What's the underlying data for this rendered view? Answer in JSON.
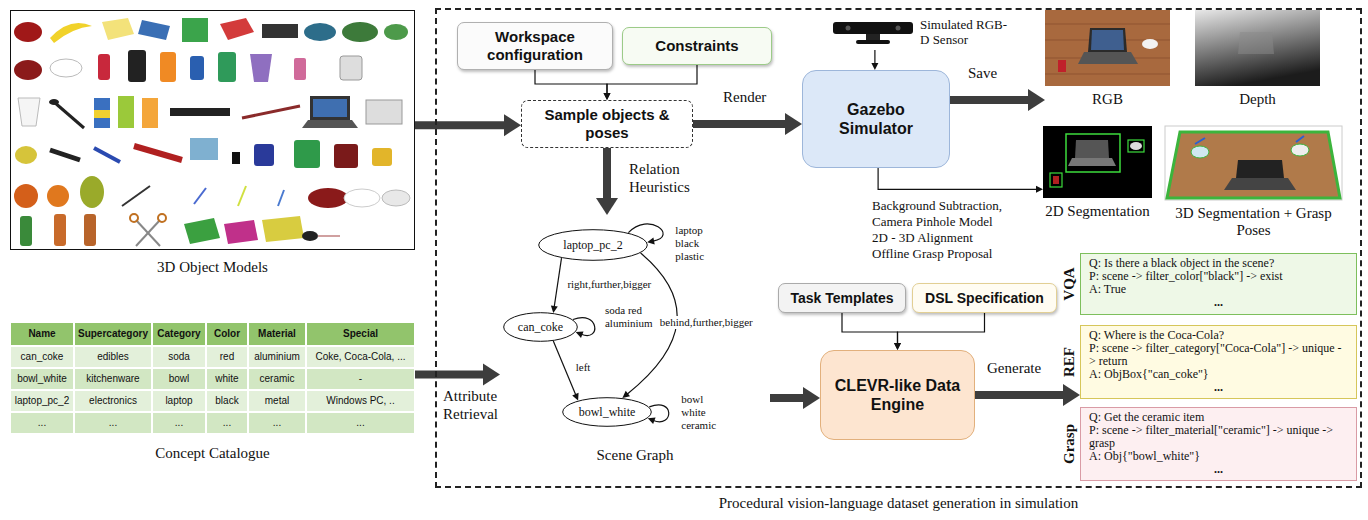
{
  "diagram": {
    "nodes": [
      {
        "text": [
          "3D Object Models"
        ]
      },
      {
        "text": [
          "Concept Catalogue"
        ]
      },
      {
        "text": [
          "Procedural vision-language dataset generation in simulation"
        ]
      },
      {
        "text": [
          "Workspace configuration"
        ],
        "in": 2
      },
      {
        "text": [
          "Constraints"
        ],
        "in": 2
      },
      {
        "text": [
          "Sample objects & poses"
        ],
        "in": 2
      },
      {
        "text": [
          "Simulated RGB-D Sensor"
        ],
        "in": 2
      },
      {
        "text": [
          "Gazebo Simulator"
        ],
        "in": 2
      },
      {
        "text": [
          "RGB"
        ],
        "in": 2
      },
      {
        "text": [
          "Depth"
        ],
        "in": 2
      },
      {
        "text": [
          "2D Segmentation"
        ],
        "in": 2
      },
      {
        "text": [
          "3D Segmentation + Grasp Poses"
        ],
        "in": 2
      },
      {
        "text": [
          "Scene Graph"
        ],
        "in": 2
      },
      {
        "text": [
          "laptop_pc_2"
        ],
        "in": 12
      },
      {
        "text": [
          "can_coke"
        ],
        "in": 12
      },
      {
        "text": [
          "bowl_white"
        ],
        "in": 12
      },
      {
        "text": [
          "Task Templates"
        ],
        "in": 2
      },
      {
        "text": [
          "DSL Specification"
        ],
        "in": 2
      },
      {
        "text": [
          "CLEVR-like Data Engine"
        ],
        "in": 2
      },
      {
        "text": [
          "VQA",
          "Q: Is there a black object in the scene?",
          "P: scene -> filter_color[\"black\"] -> exist",
          "A: True",
          "..."
        ],
        "in": 2
      },
      {
        "text": [
          "REF",
          "Q: Where is the Coca-Cola?",
          "P: scene -> filter_category[\"Coca-Cola\"] -> unique -> return",
          "A: ObjBox{\"can_coke\"}",
          "..."
        ],
        "in": 2
      },
      {
        "text": [
          "Grasp",
          "Q: Get the ceramic item",
          "P: scene -> filter_material[\"ceramic\"] -> unique -> grasp",
          "A: Obj{\"bowl_white\"}",
          "..."
        ],
        "in": 2
      }
    ],
    "edges": [
      {
        "from": 0,
        "to": 5,
        "arrow": "to"
      },
      {
        "from": 1,
        "to": 12,
        "label": "Attribute Retrieval",
        "arrow": "to"
      },
      {
        "from": 3,
        "to": 5,
        "arrow": "to"
      },
      {
        "from": 4,
        "to": 5,
        "arrow": "to"
      },
      {
        "from": 5,
        "to": 7,
        "label": "Render",
        "arrow": "to"
      },
      {
        "from": 5,
        "to": 12,
        "label": "Relation Heuristics",
        "arrow": "to"
      },
      {
        "from": 6,
        "to": 7,
        "arrow": "to"
      },
      {
        "from": 7,
        "to": 8,
        "label": "Save",
        "arrow": "to"
      },
      {
        "from": 7,
        "to": 10,
        "label": "Background Subtraction, Camera Pinhole Model 2D - 3D Alignment Offline Grasp Proposal",
        "arrow": "to"
      },
      {
        "from": 13,
        "to": 13,
        "label": "laptop black plastic",
        "arrow": "to"
      },
      {
        "from": 13,
        "to": 14,
        "label": "right,further,bigger",
        "arrow": "to"
      },
      {
        "from": 13,
        "to": 15,
        "label": "behind,further,bigger",
        "arrow": "to"
      },
      {
        "from": 14,
        "to": 14,
        "label": "soda red aluminium",
        "arrow": "to"
      },
      {
        "from": 14,
        "to": 15,
        "label": "left",
        "arrow": "to"
      },
      {
        "from": 15,
        "to": 15,
        "label": "bowl white ceramic",
        "arrow": "to"
      },
      {
        "from": 12,
        "to": 18,
        "arrow": "to"
      },
      {
        "from": 16,
        "to": 18,
        "arrow": "to"
      },
      {
        "from": 17,
        "to": 18,
        "arrow": "to"
      },
      {
        "from": 18,
        "to": 20,
        "label": "Generate",
        "arrow": "to"
      }
    ],
    "labels": [
      "Name",
      "Supercategory",
      "Category",
      "Color",
      "Material",
      "Special",
      "can_coke",
      "edibles",
      "soda",
      "red",
      "aluminium",
      "Coke, Coca-Cola, ...",
      "bowl_white",
      "kitchenware",
      "bowl",
      "white",
      "ceramic",
      "-",
      "laptop_pc_2",
      "electronics",
      "laptop",
      "black",
      "metal",
      "Windows PC, ..",
      "...",
      "...",
      "...",
      "...",
      "...",
      "..."
    ]
  }
}
